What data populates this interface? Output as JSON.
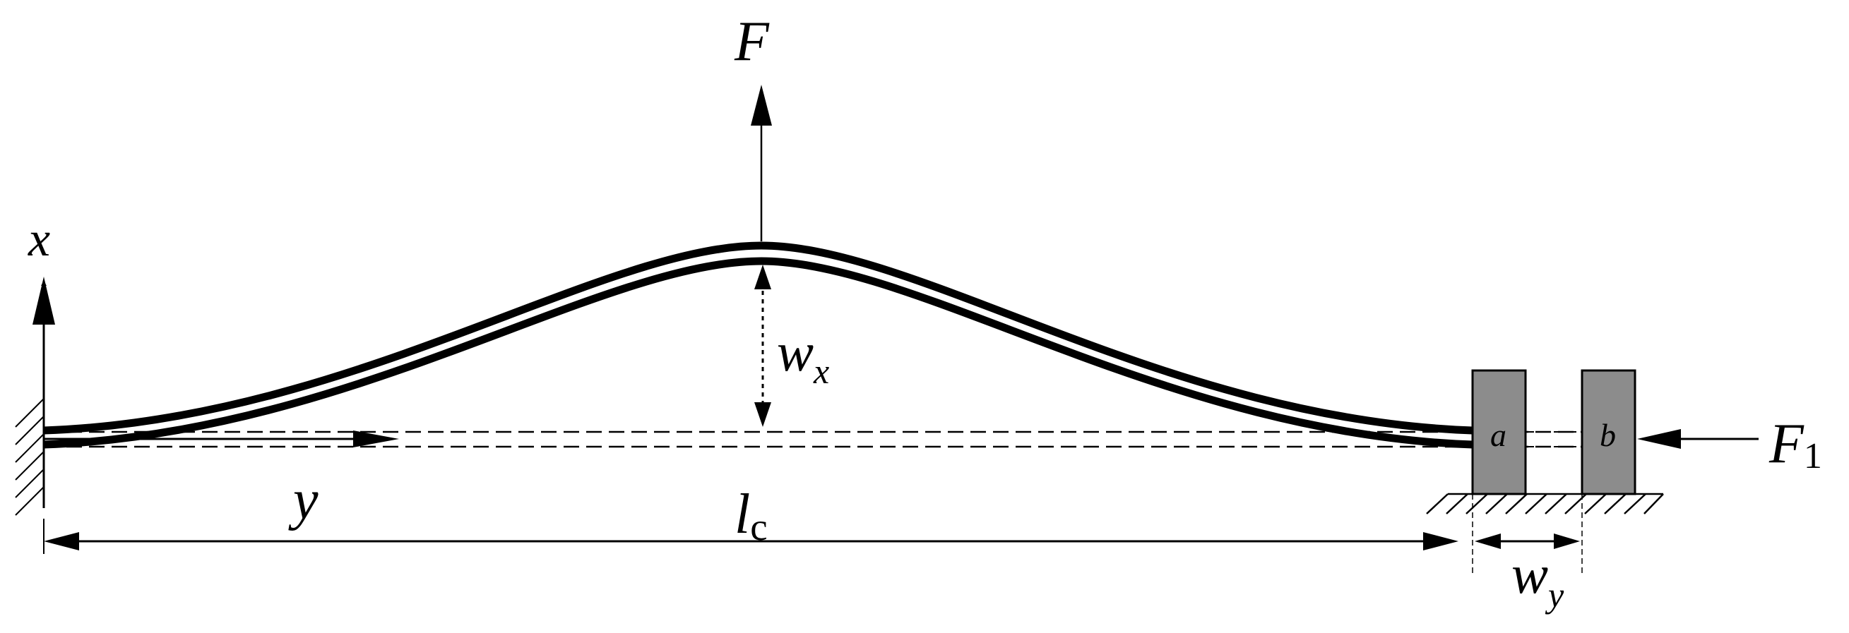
{
  "labels": {
    "F": "F",
    "x_axis": "x",
    "y_axis": "y",
    "w_x": "w",
    "w_x_sub": "x",
    "l_c": "l",
    "l_c_sub": "c",
    "w_y": "w",
    "w_y_sub": "y",
    "F1": "F",
    "F1_sub": "1",
    "block_a": "a",
    "block_b": "b"
  },
  "colors": {
    "ink": "#000000",
    "block_fill": "#8c8c8c",
    "background": "#ffffff"
  }
}
